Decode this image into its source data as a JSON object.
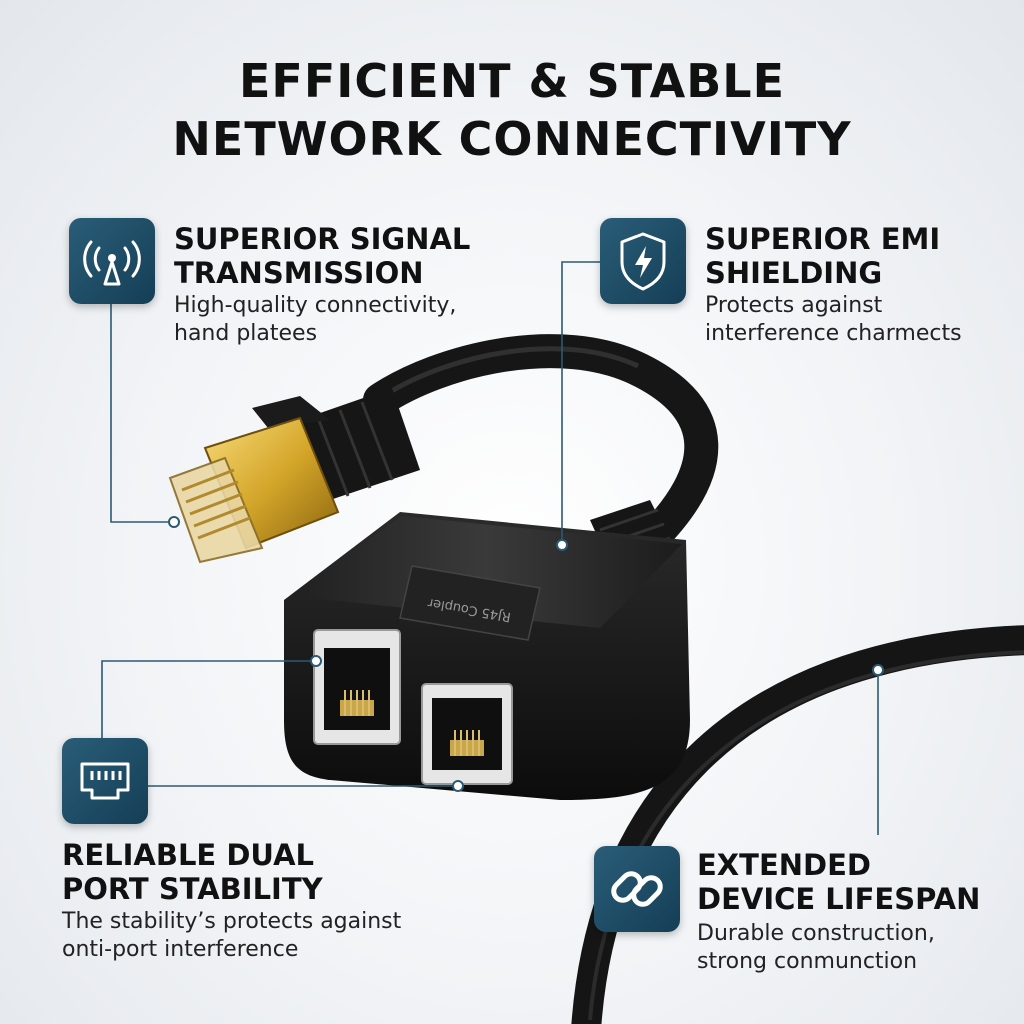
{
  "title": {
    "line1": "EFFICIENT & STABLE",
    "line2": "NETWORK CONNECTIVITY"
  },
  "features": {
    "signal": {
      "icon": "signal-tower-icon",
      "title_line1": "SUPERIOR SIGNAL",
      "title_line2": "TRANSMISSION",
      "desc_line1": "High-quality connectivity,",
      "desc_line2": "hand platees"
    },
    "emi": {
      "icon": "shield-lightning-icon",
      "title_line1": "SUPERIOR EMI",
      "title_line2": "SHIELDING",
      "desc_line1": "Protects against",
      "desc_line2": "interference charmects"
    },
    "dual_port": {
      "icon": "ethernet-port-icon",
      "title_line1": "RELIABLE DUAL",
      "title_line2": "PORT STABILITY",
      "desc_line1": "The stability’s protects against",
      "desc_line2": "onti-port interference"
    },
    "lifespan": {
      "icon": "chain-link-icon",
      "title_line1": "EXTENDED",
      "title_line2": "DEVICE LIFESPAN",
      "desc_line1": "Durable construction,",
      "desc_line2": "strong conmunction"
    }
  },
  "product": {
    "label": "RJ45 Coupler"
  },
  "colors": {
    "icon_bg": "#1f4b64",
    "callout_line": "#2c5a73",
    "cable": "#1a1a1a",
    "gold": "#d4a62a"
  }
}
